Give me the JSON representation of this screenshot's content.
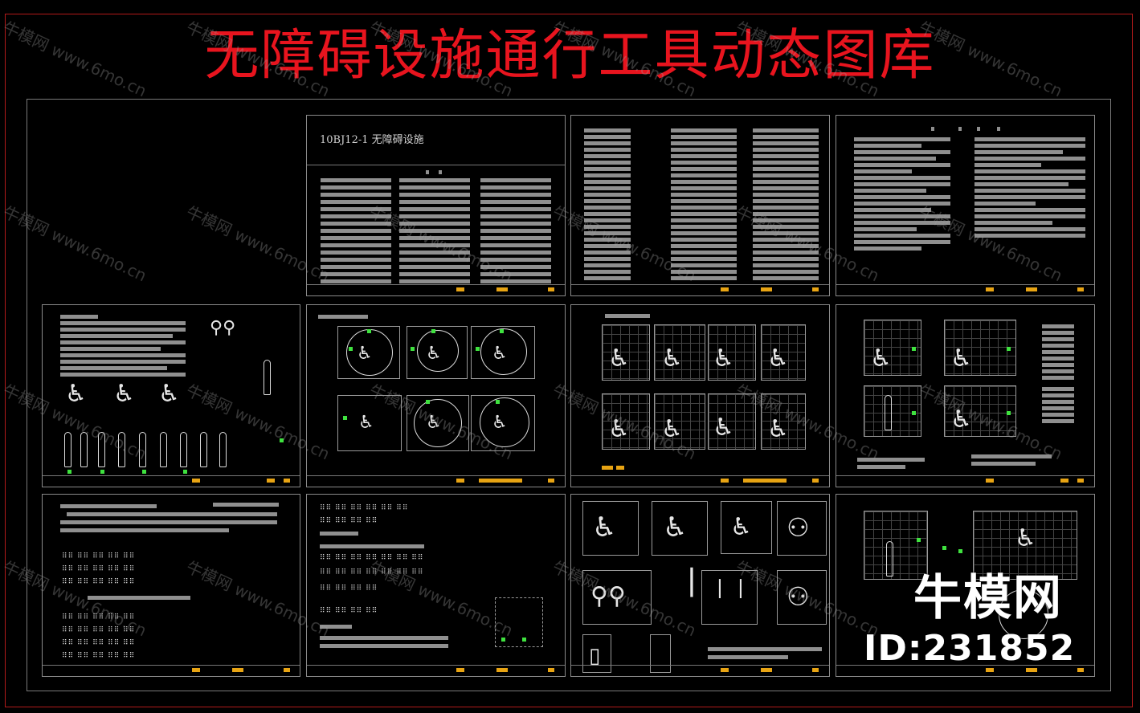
{
  "title": "无障碍设施通行工具动态图库",
  "sheet1": {
    "heading": "10BJ12-1  无障碍设施"
  },
  "watermark": {
    "brand": "牛模网",
    "url": "www.6mo.cn"
  },
  "brand": {
    "name": "牛模网",
    "id": "ID:231852"
  },
  "colors": {
    "title": "#e8141e",
    "title_block": "#e8a413",
    "dimension_marks": "#3fe23f",
    "outer_frame": "#b21a1a"
  },
  "icons": [
    "wheelchair-icon",
    "person-icon",
    "bicycle-icon",
    "crutch-icon",
    "stroller-icon",
    "luggage-icon",
    "braille-icon"
  ]
}
